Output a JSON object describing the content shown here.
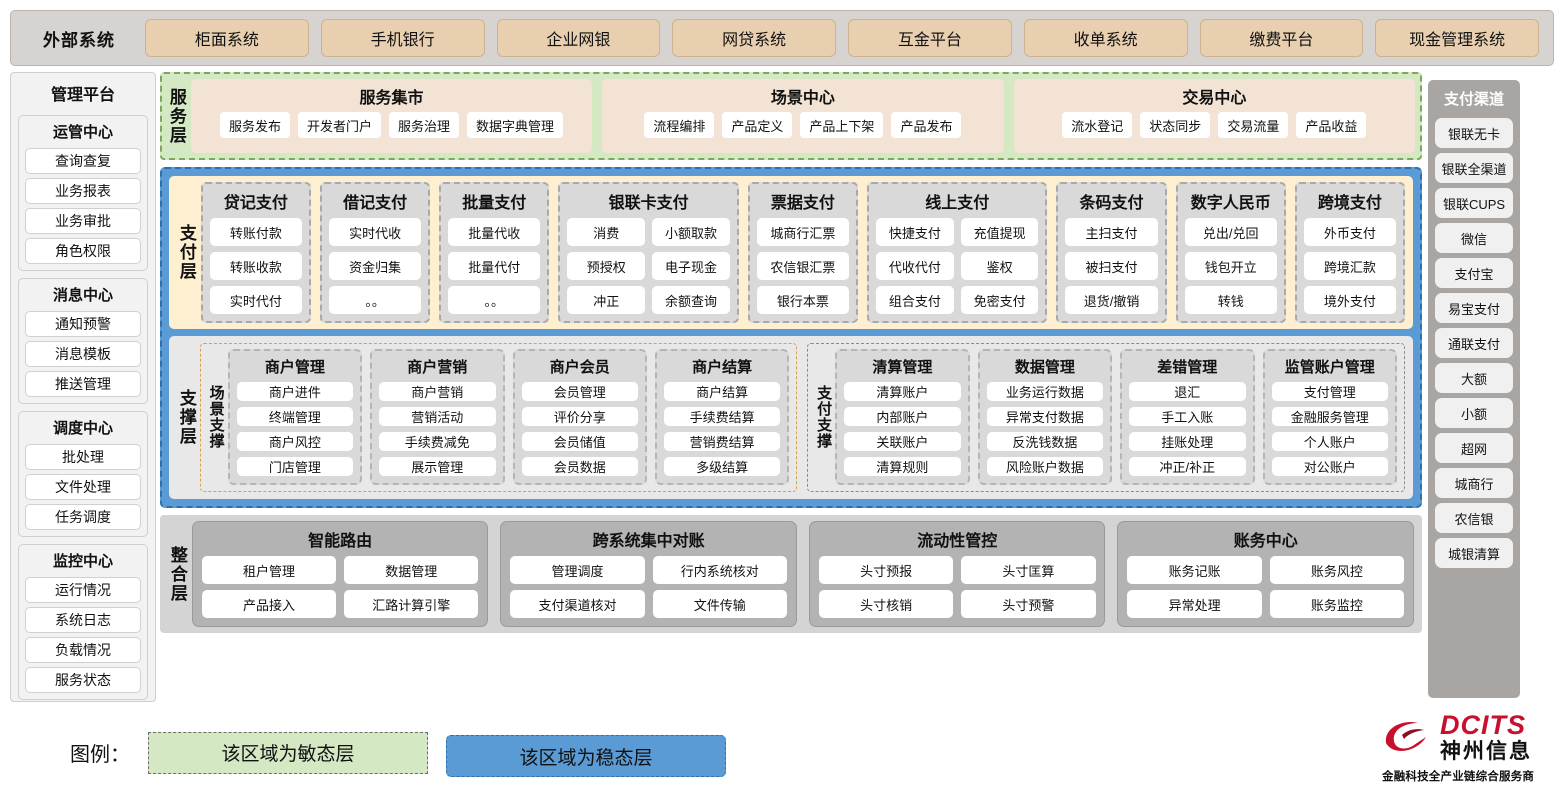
{
  "external": {
    "title": "外部系统",
    "items": [
      "柜面系统",
      "手机银行",
      "企业网银",
      "网贷系统",
      "互金平台",
      "收单系统",
      "缴费平台",
      "现金管理系统"
    ]
  },
  "management": {
    "title": "管理平台",
    "groups": [
      {
        "title": "运管中心",
        "items": [
          "查询查复",
          "业务报表",
          "业务审批",
          "角色权限"
        ]
      },
      {
        "title": "消息中心",
        "items": [
          "通知预警",
          "消息模板",
          "推送管理"
        ]
      },
      {
        "title": "调度中心",
        "items": [
          "批处理",
          "文件处理",
          "任务调度"
        ]
      },
      {
        "title": "监控中心",
        "items": [
          "运行情况",
          "系统日志",
          "负载情况",
          "服务状态"
        ]
      }
    ]
  },
  "channels": {
    "title": "支付渠道",
    "items": [
      "银联无卡",
      "银联全渠道",
      "银联CUPS",
      "微信",
      "支付宝",
      "易宝支付",
      "通联支付",
      "大额",
      "小额",
      "超网",
      "城商行",
      "农信银",
      "城银清算"
    ]
  },
  "service_layer": {
    "label": "服务层",
    "cards": [
      {
        "title": "服务集市",
        "items": [
          "服务发布",
          "开发者门户",
          "服务治理",
          "数据字典管理"
        ]
      },
      {
        "title": "场景中心",
        "items": [
          "流程编排",
          "产品定义",
          "产品上下架",
          "产品发布"
        ]
      },
      {
        "title": "交易中心",
        "items": [
          "流水登记",
          "状态同步",
          "交易流量",
          "产品收益"
        ]
      }
    ]
  },
  "payment_layer": {
    "label": "支付层",
    "groups": [
      {
        "title": "贷记支付",
        "cols": 1,
        "items": [
          "转账付款",
          "转账收款",
          "实时代付"
        ]
      },
      {
        "title": "借记支付",
        "cols": 1,
        "items": [
          "实时代收",
          "资金归集",
          "。。"
        ]
      },
      {
        "title": "批量支付",
        "cols": 1,
        "items": [
          "批量代收",
          "批量代付",
          "。。"
        ]
      },
      {
        "title": "银联卡支付",
        "cols": 2,
        "items": [
          "消费",
          "小额取款",
          "预授权",
          "电子现金",
          "冲正",
          "余额查询"
        ]
      },
      {
        "title": "票据支付",
        "cols": 1,
        "items": [
          "城商行汇票",
          "农信银汇票",
          "银行本票"
        ]
      },
      {
        "title": "线上支付",
        "cols": 2,
        "items": [
          "快捷支付",
          "充值提现",
          "代收代付",
          "鉴权",
          "组合支付",
          "免密支付"
        ]
      },
      {
        "title": "条码支付",
        "cols": 1,
        "items": [
          "主扫支付",
          "被扫支付",
          "退货/撤销"
        ]
      },
      {
        "title": "数字人民币",
        "cols": 1,
        "items": [
          "兑出/兑回",
          "钱包开立",
          "转钱"
        ]
      },
      {
        "title": "跨境支付",
        "cols": 1,
        "items": [
          "外币支付",
          "跨境汇款",
          "境外支付"
        ]
      }
    ]
  },
  "support_layer": {
    "label": "支撑层",
    "zones": [
      {
        "label": "场景支撑",
        "columns": [
          {
            "title": "商户管理",
            "items": [
              "商户进件",
              "终端管理",
              "商户风控",
              "门店管理"
            ]
          },
          {
            "title": "商户营销",
            "items": [
              "商户营销",
              "营销活动",
              "手续费减免",
              "展示管理"
            ]
          },
          {
            "title": "商户会员",
            "items": [
              "会员管理",
              "评价分享",
              "会员储值",
              "会员数据"
            ]
          },
          {
            "title": "商户结算",
            "items": [
              "商户结算",
              "手续费结算",
              "营销费结算",
              "多级结算"
            ]
          }
        ]
      },
      {
        "label": "支付支撑",
        "columns": [
          {
            "title": "清算管理",
            "items": [
              "清算账户",
              "内部账户",
              "关联账户",
              "清算规则"
            ]
          },
          {
            "title": "数据管理",
            "items": [
              "业务运行数据",
              "异常支付数据",
              "反洗钱数据",
              "风险账户数据"
            ]
          },
          {
            "title": "差错管理",
            "items": [
              "退汇",
              "手工入账",
              "挂账处理",
              "冲正/补正"
            ]
          },
          {
            "title": "监管账户管理",
            "items": [
              "支付管理",
              "金融服务管理",
              "个人账户",
              "对公账户"
            ]
          }
        ]
      }
    ]
  },
  "integration_layer": {
    "label": "整合层",
    "cards": [
      {
        "title": "智能路由",
        "items": [
          "租户管理",
          "数据管理",
          "产品接入",
          "汇路计算引擎"
        ]
      },
      {
        "title": "跨系统集中对账",
        "items": [
          "管理调度",
          "行内系统核对",
          "支付渠道核对",
          "文件传输"
        ]
      },
      {
        "title": "流动性管控",
        "items": [
          "头寸预报",
          "头寸匡算",
          "头寸核销",
          "头寸预警"
        ]
      },
      {
        "title": "账务中心",
        "items": [
          "账务记账",
          "账务风控",
          "异常处理",
          "账务监控"
        ]
      }
    ]
  },
  "legend": {
    "label": "图例：",
    "agile": "该区域为敏态层",
    "stable": "该区域为稳态层"
  },
  "logo": {
    "en": "DCITS",
    "cn": "神州信息",
    "tagline": "金融科技全产业链综合服务商"
  },
  "colors": {
    "agile_green": "#d5e8c4",
    "stable_blue": "#5b9bd5",
    "payment_cream": "#fdefd0",
    "external_tan": "#e8cfaf",
    "brand_red": "#c8102e"
  }
}
